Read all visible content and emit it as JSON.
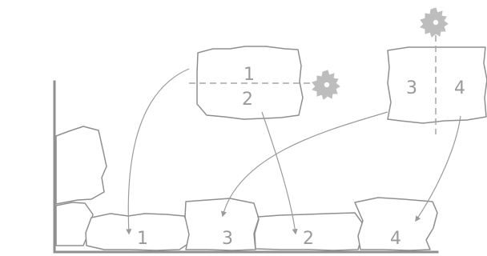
{
  "diagram": {
    "labels": {
      "top_left_upper": "1",
      "top_left_lower": "2",
      "top_right_left": "3",
      "top_right_right": "4",
      "bottom_1": "1",
      "bottom_3": "3",
      "bottom_2": "2",
      "bottom_4": "4"
    },
    "icons": {
      "saw_blade_left": "saw-blade-icon",
      "saw_blade_right": "saw-blade-icon"
    },
    "colors": {
      "stroke": "#8f8f8f",
      "text": "#9a9a9a",
      "saw": "#bdbdbd"
    }
  }
}
